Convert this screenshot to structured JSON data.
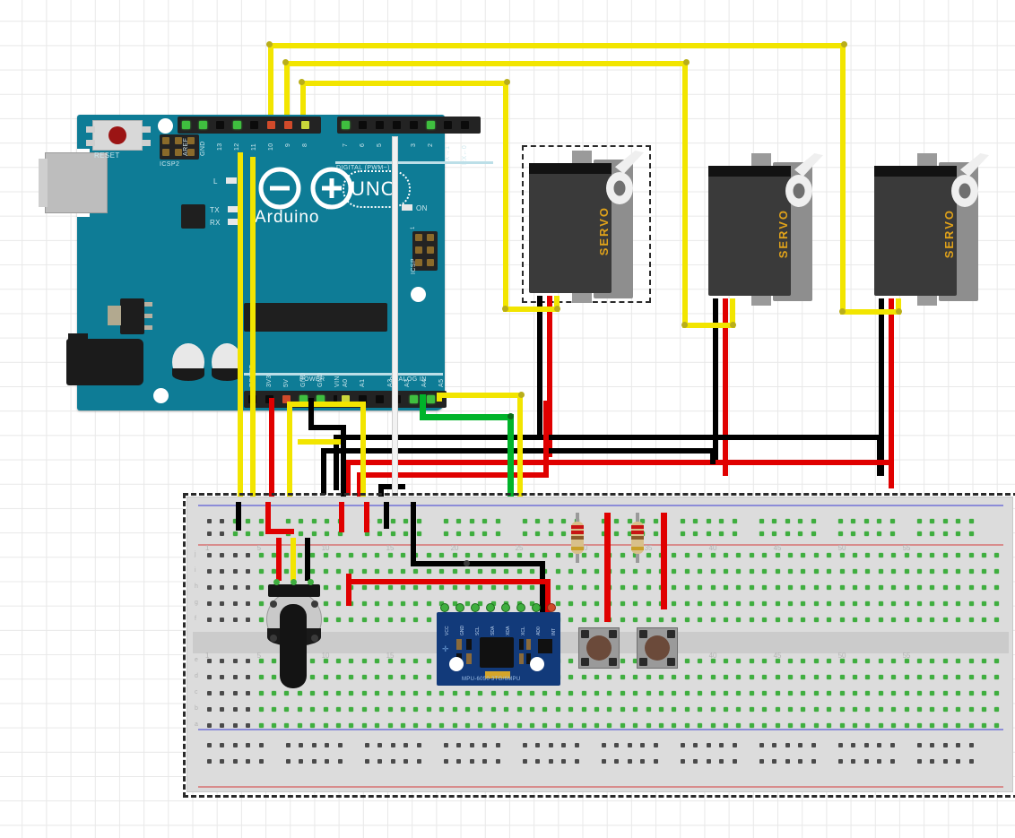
{
  "app": {
    "view": "Breadboard",
    "canvas_background": "#ffffff",
    "grid_color": "#e8e8e8"
  },
  "arduino": {
    "name": "Arduino Uno",
    "board_color": "#0e7c96",
    "silkscreen": {
      "reset_label": "RESET",
      "icsp2_label": "ICSP2",
      "icsp_label": "ICSP",
      "brand": "Arduino",
      "brand_tm": "™",
      "model": "UNO",
      "digital_header_label": "DIGITAL (PWM~)",
      "power_header_label": "POWER",
      "analog_header_label": "ANALOG IN",
      "led_l": "L",
      "led_tx": "TX",
      "led_rx": "RX",
      "led_on": "ON"
    },
    "digital_pins_left": [
      "AREF",
      "GND",
      "13",
      "12",
      "11",
      "10",
      "9",
      "8"
    ],
    "digital_pins_right": [
      "7",
      "6",
      "5",
      "4",
      "3",
      "2",
      "TX→1",
      "RX←0"
    ],
    "power_pins": [
      "RESET",
      "3V3",
      "5V",
      "GND",
      "GND",
      "VIN"
    ],
    "analog_pins": [
      "A0",
      "A1",
      "A2",
      "A3",
      "A4",
      "A5"
    ]
  },
  "servos": [
    {
      "label": "SERVO",
      "selected": true
    },
    {
      "label": "SERVO",
      "selected": false
    },
    {
      "label": "SERVO",
      "selected": false
    }
  ],
  "breadboard": {
    "name": "Full+ Breadboard",
    "selected": true,
    "row_numbers": [
      "1",
      "5",
      "10",
      "15",
      "20",
      "25",
      "30",
      "35",
      "40",
      "45",
      "50",
      "55"
    ],
    "row_letters_top": [
      "j",
      "i",
      "h",
      "g",
      "f"
    ],
    "row_letters_bottom": [
      "e",
      "d",
      "c",
      "b",
      "a"
    ]
  },
  "mpu": {
    "name": "MPU-6050",
    "silkscreen": "MPU-6050 3TG/6MPU",
    "pins": [
      "VCC",
      "GND",
      "SCL",
      "SDA",
      "XDA",
      "XCL",
      "AD0",
      "INT"
    ]
  },
  "potentiometer": {
    "name": "Rotary Potentiometer"
  },
  "resistors": [
    {
      "bands": [
        "#c81414",
        "#c81414",
        "#8a5a2a",
        "#c8a02a"
      ]
    },
    {
      "bands": [
        "#c81414",
        "#c81414",
        "#8a5a2a",
        "#c8a02a"
      ]
    }
  ],
  "buttons": [
    {
      "name": "Pushbutton 1"
    },
    {
      "name": "Pushbutton 2"
    }
  ],
  "wire_colors": {
    "signal": "#f2e500",
    "ground": "#000000",
    "power": "#e00000",
    "sda": "#00b32a",
    "white": "#f2f2f2"
  }
}
